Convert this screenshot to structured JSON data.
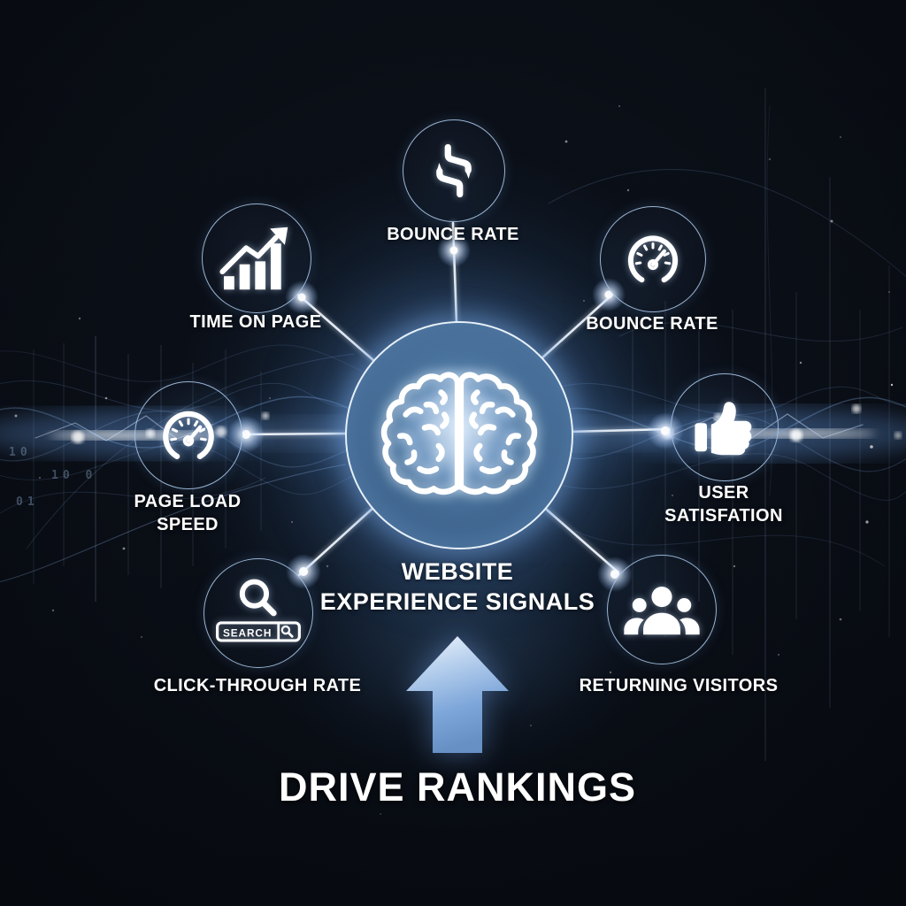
{
  "diagram": {
    "center": {
      "label": "WEBSITE\nEXPERIENCE SIGNALS",
      "icon": "brain-icon"
    },
    "banner": {
      "label": "DRIVE RANKINGS",
      "icon": "up-arrow-icon"
    },
    "nodes": [
      {
        "id": "bounce-rate-top",
        "label": "BOUNCE RATE",
        "icon": "bounce-arrows-icon"
      },
      {
        "id": "time-on-page",
        "label": "TIME ON PAGE",
        "icon": "growth-chart-icon"
      },
      {
        "id": "bounce-rate-right",
        "label": "BOUNCE RATE",
        "icon": "speedometer-icon"
      },
      {
        "id": "page-load-speed",
        "label": "PAGE LOAD\nSPEED",
        "icon": "speedometer-icon"
      },
      {
        "id": "user-satisfaction",
        "label": "USER\nSATISFATION",
        "icon": "thumbs-up-icon"
      },
      {
        "id": "click-through-rate",
        "label": "CLICK-THROUGH RATE",
        "icon": "search-bar-icon",
        "search_text": "SEARCH"
      },
      {
        "id": "returning-visitors",
        "label": "RETURNING VISITORS",
        "icon": "people-group-icon"
      }
    ],
    "background_digits": [
      "10",
      "10 0",
      "01"
    ],
    "colors": {
      "background": "#0a0e16",
      "glow_blue": "#7fa8e0",
      "ring_stroke": "#a9c6e8",
      "center_ring": "#e6f0fa",
      "center_fill": "#46749f",
      "arrow_light": "#eef5fd",
      "arrow_dark": "#5c88c4",
      "text": "#ffffff"
    }
  }
}
